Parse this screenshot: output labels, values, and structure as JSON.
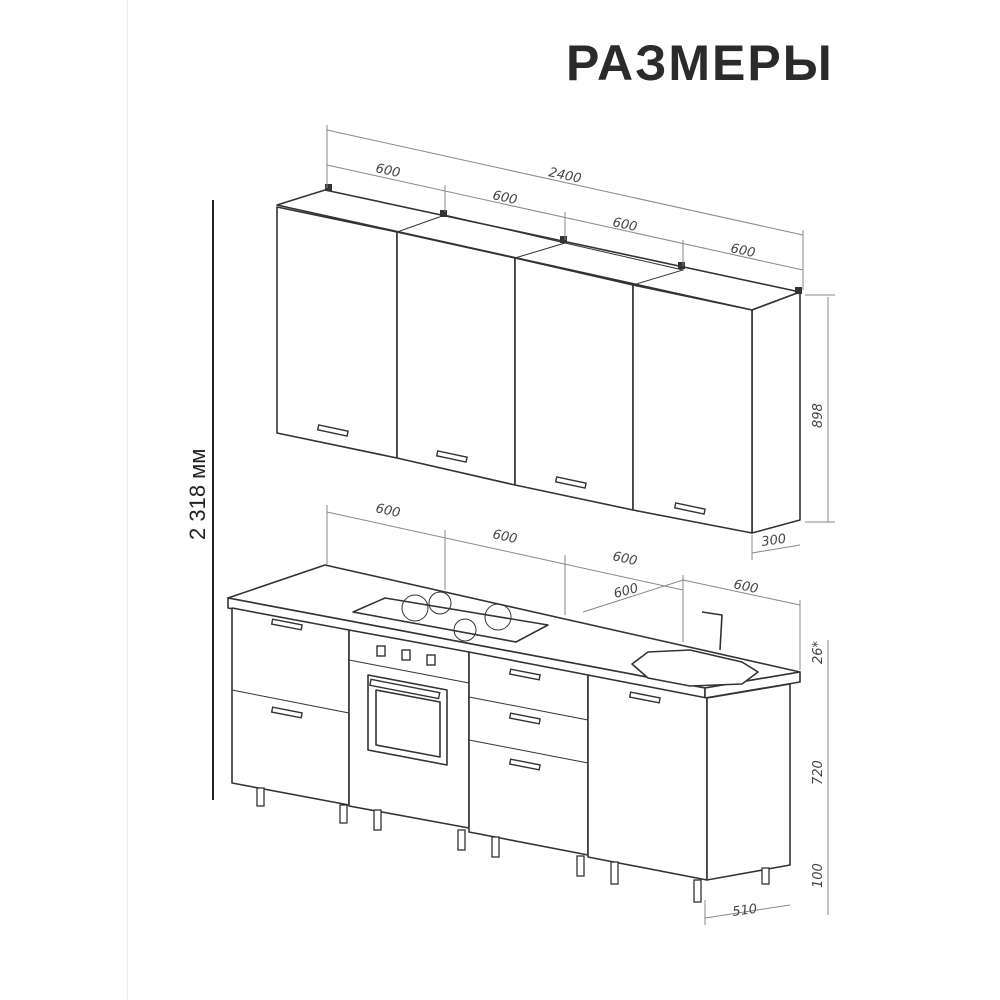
{
  "title": "РАЗМЕРЫ",
  "dimensions": {
    "total_height": "2 318 мм",
    "upper_total_width": "2400",
    "upper_widths": [
      "600",
      "600",
      "600",
      "600"
    ],
    "upper_height": "898",
    "upper_depth": "300",
    "lower_widths_back": [
      "600",
      "600",
      "600"
    ],
    "lower_widths_front": [
      "600",
      "600"
    ],
    "countertop_thickness": "26*",
    "lower_height": "720",
    "leg_height": "100",
    "lower_depth": "510"
  }
}
